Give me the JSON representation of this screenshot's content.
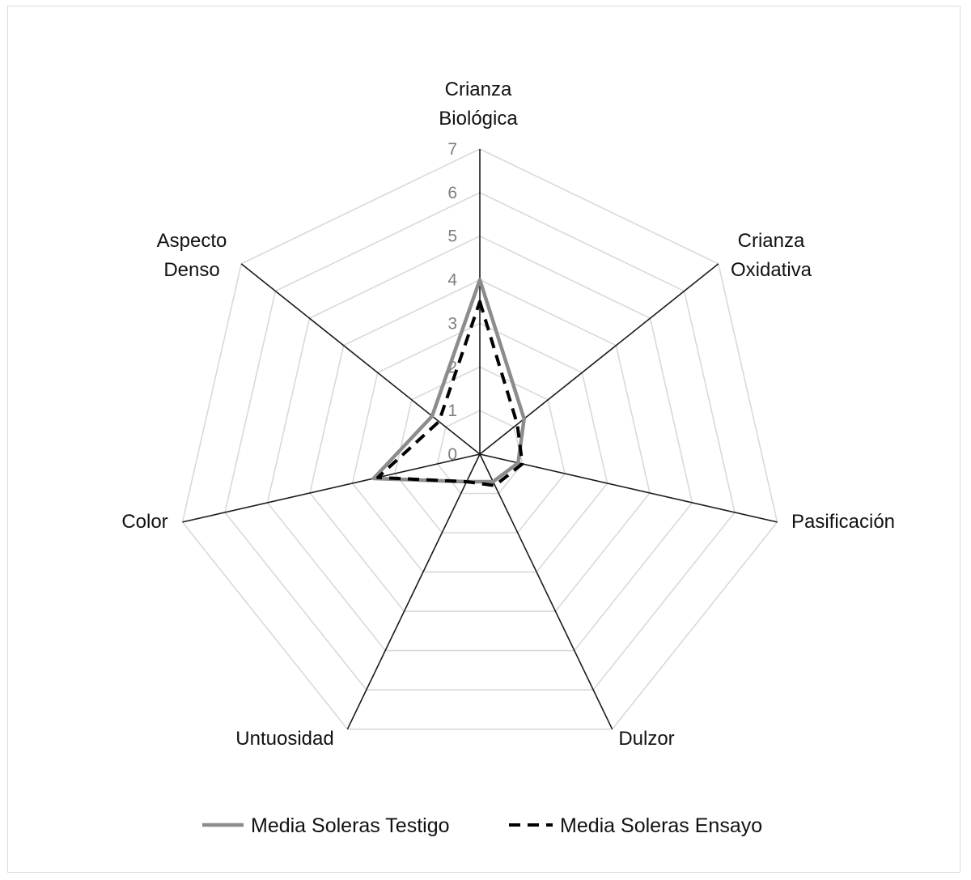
{
  "chart_data": {
    "type": "radar",
    "title": "",
    "categories": [
      "Crianza Biológica",
      "Crianza Oxidativa",
      "Pasificación",
      "Dulzor",
      "Untuosidad",
      "Color",
      "Aspecto Denso"
    ],
    "category_lines": [
      [
        "Crianza",
        "Biológica"
      ],
      [
        "Crianza",
        "Oxidativa"
      ],
      [
        "Pasificación"
      ],
      [
        "Dulzor"
      ],
      [
        "Untuosidad"
      ],
      [
        "Color"
      ],
      [
        "Aspecto",
        "Denso"
      ]
    ],
    "rlim": [
      0,
      7
    ],
    "ticks": [
      "0",
      "1",
      "2",
      "3",
      "4",
      "5",
      "6",
      "7"
    ],
    "grid": true,
    "legend_position": "bottom",
    "series": [
      {
        "name": "Media Soleras Testigo",
        "values": [
          4.0,
          1.3,
          0.9,
          0.7,
          0.7,
          2.5,
          1.4
        ],
        "color": "#8c8c8c",
        "dash": "solid"
      },
      {
        "name": "Media Soleras Ensayo",
        "values": [
          3.5,
          1.1,
          1.0,
          0.8,
          0.7,
          2.4,
          1.2
        ],
        "color": "#000000",
        "dash": "dashed"
      }
    ]
  }
}
